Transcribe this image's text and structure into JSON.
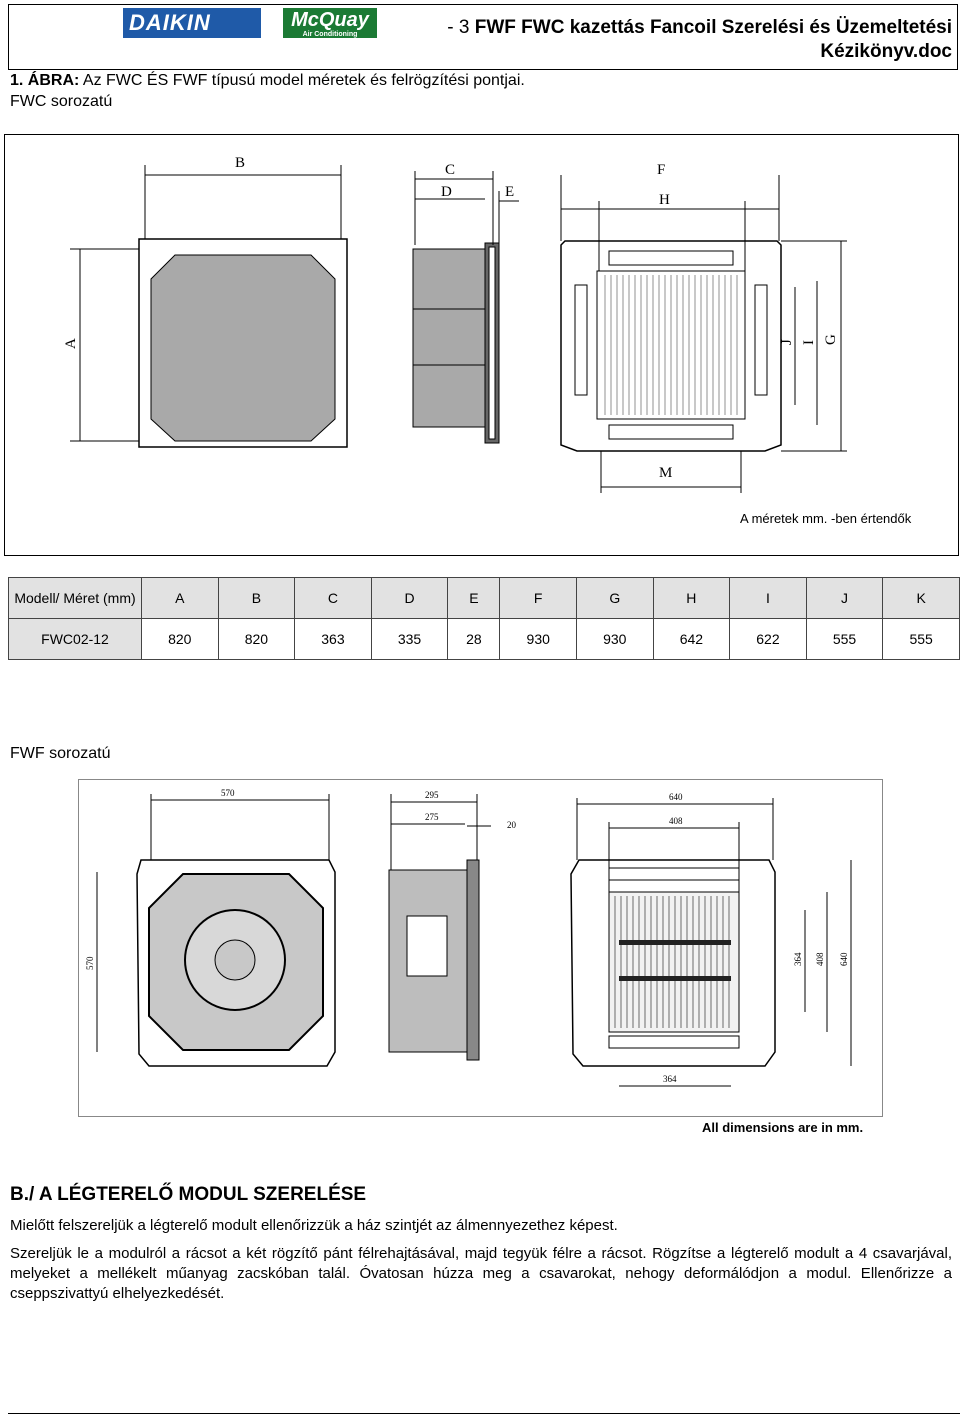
{
  "header": {
    "brand1": "DAIKIN",
    "brand2": "McQuay",
    "brand2_sub": "Air Conditioning",
    "page_prefix": "- 3",
    "title_line1": "FWF FWC kazettás Fancoil Szerelési és Üzemeltetési",
    "title_line2": "Kézikönyv.doc"
  },
  "figure": {
    "label_bold": "1. ÁBRA:",
    "label_text": "Az FWC ÉS FWF  típusú model méretek és felrögzítési pontjai.",
    "fwc_series": "FWC sorozatú",
    "fwf_series": "FWF sorozatú"
  },
  "fwc_drawing": {
    "labels": {
      "A": "A",
      "B": "B",
      "C": "C",
      "D": "D",
      "E": "E",
      "F": "F",
      "G": "G",
      "H": "H",
      "I": "I",
      "J": "J",
      "M": "M"
    },
    "note": "A méretek mm. -ben értendők"
  },
  "spec_table": {
    "header": [
      "Modell/ Méret (mm)",
      "A",
      "B",
      "C",
      "D",
      "E",
      "F",
      "G",
      "H",
      "I",
      "J",
      "K"
    ],
    "rows": [
      [
        "FWC02-12",
        "820",
        "820",
        "363",
        "335",
        "28",
        "930",
        "930",
        "642",
        "622",
        "555",
        "555"
      ]
    ]
  },
  "fwf_drawing": {
    "dims": {
      "d570a": "570",
      "d295": "295",
      "d275": "275",
      "d20": "20",
      "d640a": "640",
      "d408a": "408",
      "d570b": "570",
      "d364a": "364",
      "d408b": "408",
      "d640b": "640",
      "d364b": "364"
    },
    "note": "All dimensions are in mm."
  },
  "section_b": {
    "title": "B./ A LÉGTERELŐ MODUL SZERELÉSE",
    "p1": "Mielőtt felszereljük a légterelő modult ellenőrizzük a ház szintjét az álmennyezethez képest.",
    "p2": "Szereljük le a modulról a rácsot a két rögzítő pánt félrehajtásával, majd tegyük félre a rácsot. Rögzítse a légterelő modult a 4 csavarjával, melyeket a mellékelt műanyag zacskóban talál. Óvatosan húzza meg a csavarokat, nehogy deformálódjon a modul. Ellenőrizze a cseppszivattyú elhelyezkedését."
  },
  "colors": {
    "daikin_blue": "#1f5aa8",
    "mcquay_green": "#1b7a34",
    "table_header": "#e2e2e2"
  }
}
